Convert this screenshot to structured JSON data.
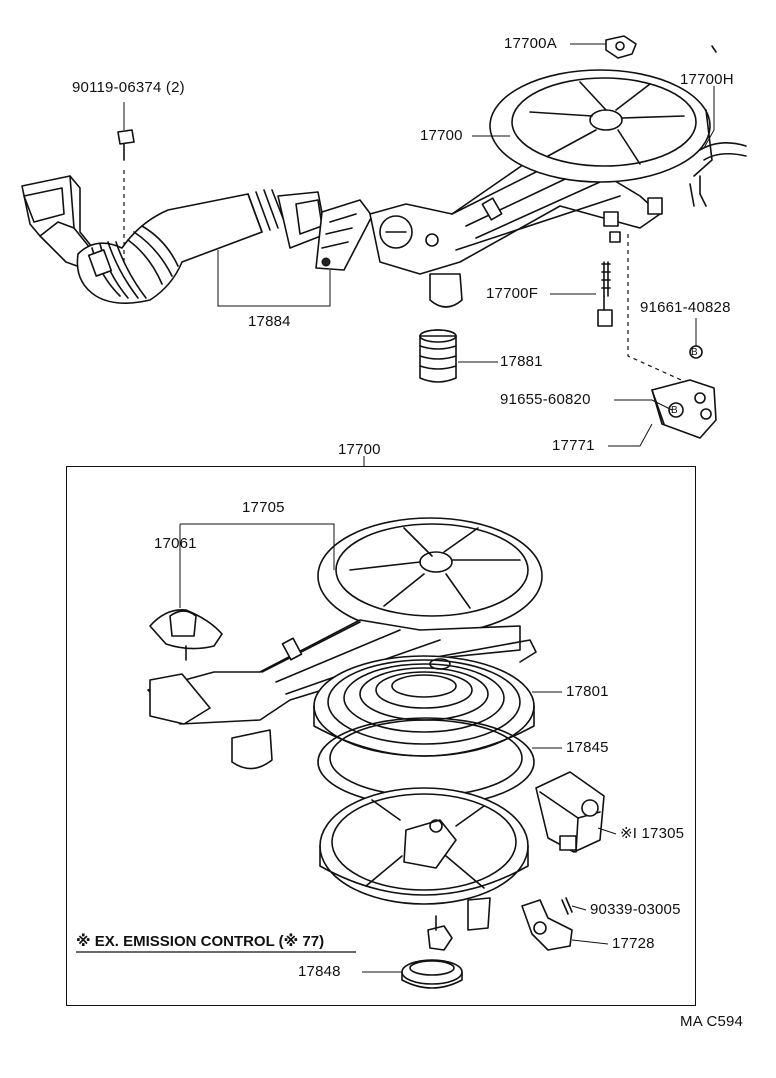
{
  "labels": {
    "p17700A": "17700A",
    "p90119": "90119-06374 (2)",
    "p17700H": "17700H",
    "p17700_top": "17700",
    "p17884": "17884",
    "p17700F": "17700F",
    "p91661": "91661-40828",
    "p17881": "17881",
    "p91655": "91655-60820",
    "p17771": "17771",
    "p17700_box": "17700",
    "p17705": "17705",
    "p17061": "17061",
    "p17801": "17801",
    "p17845": "17845",
    "p17305": "※I 17305",
    "p90339": "90339-03005",
    "p17728": "17728",
    "p17848": "17848"
  },
  "note": "※ EX. EMISSION CONTROL (※ 77)",
  "callout_markers": [
    "B",
    "B"
  ],
  "catalog_code": "MA C594"
}
